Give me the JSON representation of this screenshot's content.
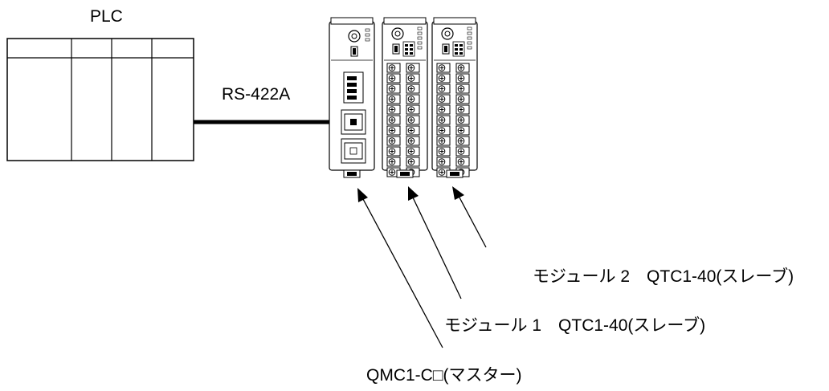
{
  "plc": {
    "label": "PLC"
  },
  "connection": {
    "label": "RS-422A"
  },
  "callouts": [
    {
      "text": "モジュール 2　QTC1-40(スレーブ)"
    },
    {
      "text": "モジュール 1　QTC1-40(スレーブ)"
    },
    {
      "text": "QMC1-C□(マスター)"
    }
  ]
}
